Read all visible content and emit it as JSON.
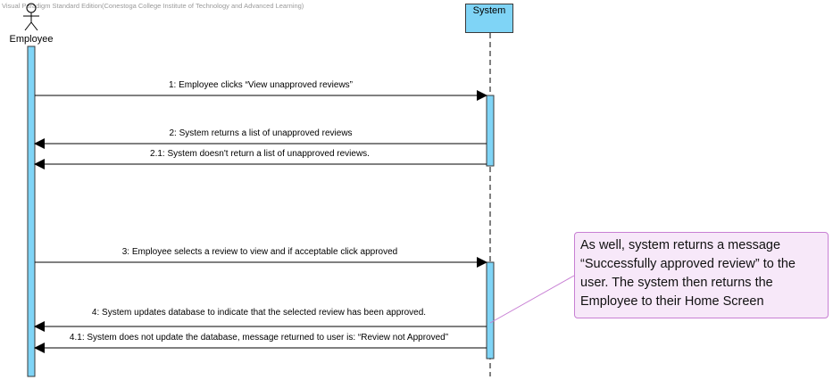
{
  "watermark": "Visual Paradigm Standard Edition(Conestoga College Institute of Technology and Advanced Learning)",
  "lifelines": {
    "employee": "Employee",
    "system": "System"
  },
  "messages": [
    {
      "id": "m1",
      "label": "1: Employee clicks “View unapproved reviews”",
      "direction": "to-system"
    },
    {
      "id": "m2",
      "label": "2: System returns a list of unapproved reviews",
      "direction": "to-employee"
    },
    {
      "id": "m21",
      "label": "2.1: System doesn't return a list of unapproved reviews.",
      "direction": "to-employee"
    },
    {
      "id": "m3",
      "label": "3: Employee selects a review to view and if acceptable click approved",
      "direction": "to-system"
    },
    {
      "id": "m4",
      "label": "4: System updates database to indicate that the selected review has been approved.",
      "direction": "to-employee"
    },
    {
      "id": "m41",
      "label": "4.1: System does not update the database, message returned to user is: “Review not Approved”",
      "direction": "to-employee"
    }
  ],
  "note": {
    "lines": [
      "As well, system returns a message",
      "“Successfully approved review” to the",
      "user. The system then returns the",
      "Employee to their Home Screen"
    ]
  },
  "colors": {
    "activation": "#7fd4f6",
    "note_fill": "#f7e8f9",
    "note_border": "#c87fd4"
  }
}
